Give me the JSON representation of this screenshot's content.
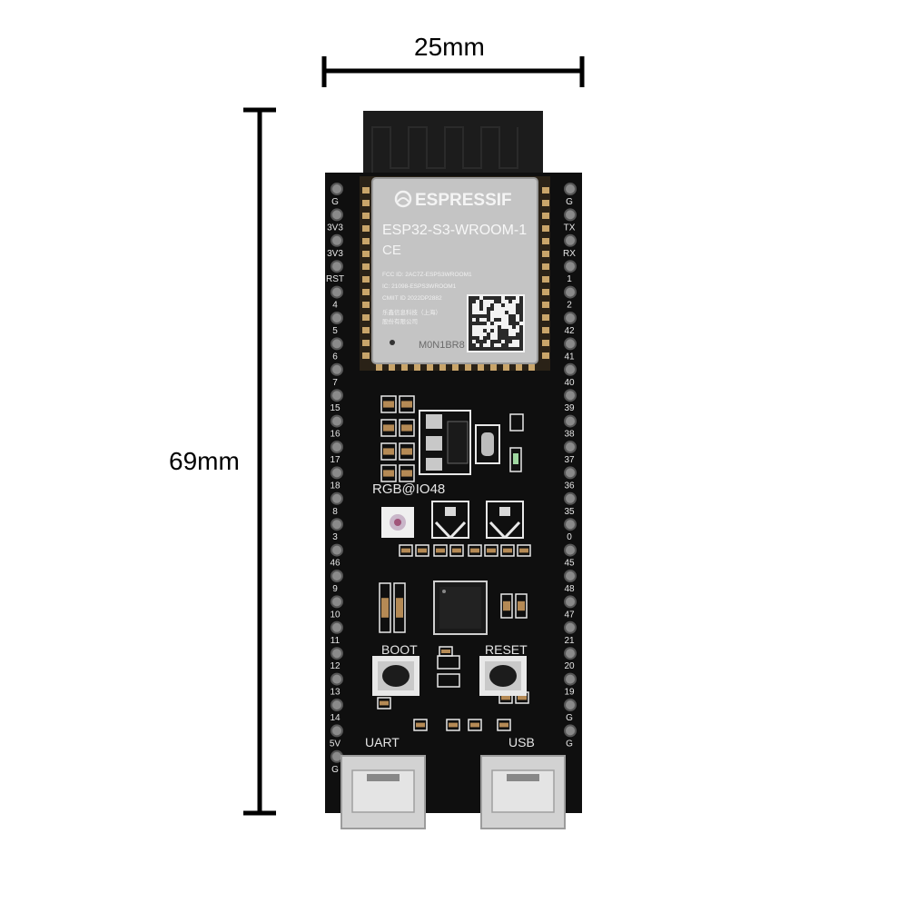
{
  "dimensions": {
    "width_label": "25mm",
    "height_label": "69mm"
  },
  "board": {
    "module": {
      "brand": "ESPRESSIF",
      "model": "ESP32-S3-WROOM-1",
      "ce_mark": "CE",
      "fcc_id": "FCC ID: 2AC7Z-ESPS3WROOM1",
      "ic": "IC: 21098-ESPS3WROOM1",
      "cmiit_id": "CMIIT ID  2022DP2882",
      "maker": "乐鑫信息科技（上海）",
      "maker2": "股份有限公司",
      "lot": "M0N1BR8"
    },
    "rgb_label": "RGB@IO48",
    "buttons": {
      "boot": "BOOT",
      "reset": "RESET"
    },
    "ports": {
      "uart": "UART",
      "usb": "USB"
    },
    "left_pins": [
      "G",
      "3V3",
      "3V3",
      "RST",
      "4",
      "5",
      "6",
      "7",
      "15",
      "16",
      "17",
      "18",
      "8",
      "3",
      "46",
      "9",
      "10",
      "11",
      "12",
      "13",
      "14",
      "5V",
      "G"
    ],
    "right_pins": [
      "G",
      "TX",
      "RX",
      "1",
      "2",
      "42",
      "41",
      "40",
      "39",
      "38",
      "37",
      "36",
      "35",
      "0",
      "45",
      "48",
      "47",
      "21",
      "20",
      "19",
      "G",
      "G"
    ]
  },
  "colors": {
    "pcb": "#111111",
    "silkscreen": "#e8e8e8",
    "shield": "#c9c9c9",
    "antenna": "#1a1a1a",
    "dimension_line": "#000000"
  },
  "icons": [
    "qr-code-icon",
    "rgb-led-icon"
  ]
}
